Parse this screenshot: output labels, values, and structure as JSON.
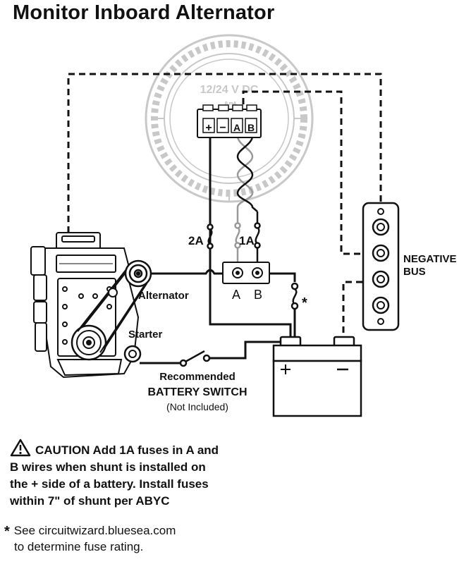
{
  "title": "Monitor Inboard Alternator",
  "meter": {
    "voltage_label": "12/24 V DC",
    "small_label": "8 mA"
  },
  "terminals": {
    "plus": "+",
    "minus": "−",
    "a": "A",
    "b": "B"
  },
  "shunt": {
    "a": "A",
    "b": "B"
  },
  "fuses": {
    "fuse_2a": "2A",
    "fuse_1a": "1A",
    "asterisk": "*"
  },
  "labels": {
    "alternator": "Alternator",
    "starter": "Starter",
    "negative_bus_line1": "NEGATIVE",
    "negative_bus_line2": "BUS",
    "battery_switch_line1": "Recommended",
    "battery_switch_line2": "BATTERY SWITCH",
    "battery_switch_line3": "(Not Included)",
    "battery_plus": "+",
    "battery_minus": "−"
  },
  "caution": {
    "line1": "CAUTION Add 1A fuses in A and",
    "line2": "B wires when shunt is installed on",
    "line3": "the + side of a battery. Install fuses",
    "line4": "within 7\" of shunt per ABYC"
  },
  "note": {
    "star": "*",
    "line1": "See circuitwizard.bluesea.com",
    "line2": "to determine fuse rating."
  }
}
